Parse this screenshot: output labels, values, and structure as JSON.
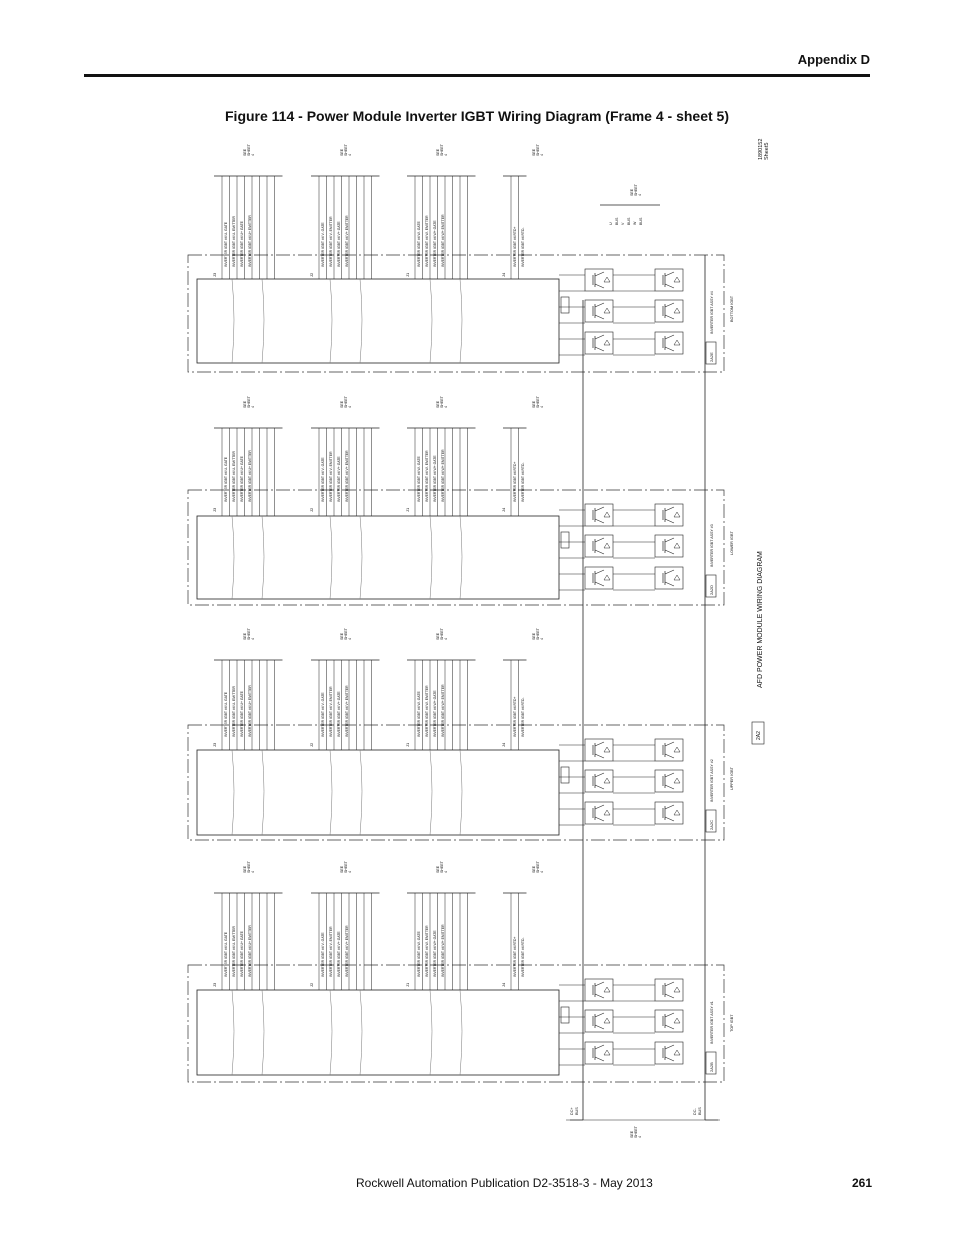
{
  "header": {
    "section": "Appendix D"
  },
  "figure": {
    "title": "Figure 114 - Power Module Inverter IGBT Wiring Diagram (Frame 4 - sheet 5)"
  },
  "footer": {
    "publication": "Rockwell Automation Publication D2-3518-3 - May 2013",
    "page_number": "261"
  },
  "diagram": {
    "drawing_number": "1890152",
    "sheet": "Sheet5",
    "diagram_title": "AFD POWER MODULE WIRING DIAGRAM",
    "ref_tag": "2A2",
    "output_buses": [
      "U",
      "BUS",
      "V",
      "BUS",
      "W",
      "BUS"
    ],
    "bus_labels": {
      "dc_plus": "DC+",
      "dc_minus": "DC-",
      "bus": "BUS"
    },
    "see_sheet": [
      "SEE",
      "SHEET",
      "4"
    ],
    "see_sheet_top": [
      "SEE",
      "SHEET",
      "4"
    ],
    "see_sheet_mid": [
      "SEE",
      "SHEET",
      "4"
    ],
    "connectors": [
      "J3",
      "J2",
      "J1",
      "J4"
    ],
    "assemblies": [
      {
        "tag": "2A2E",
        "name": "INVERTER IGBT ASSY #4",
        "position": "BOTTOM IGBT"
      },
      {
        "tag": "2A2D",
        "name": "INVERTER IGBT ASSY #3",
        "position": "LOWER IGBT"
      },
      {
        "tag": "2A2C",
        "name": "INVERTER IGBT ASSY #2",
        "position": "UPPER IGBT"
      },
      {
        "tag": "2A2B",
        "name": "INVERTER IGBT ASSY #1",
        "position": "TOP IGBT"
      }
    ],
    "wire_labels": [
      [
        "INVERTER IGBT #4 U- GATE",
        "INVERTER IGBT #4 U- EMITTER",
        "INVERTER IGBT #4 U+ GATE",
        "INVERTER IGBT #4 U+ EMITTER"
      ],
      [
        "INVERTER IGBT #4 V- GATE",
        "INVERTER IGBT #4 V- EMITTER",
        "INVERTER IGBT #4 V+ GATE",
        "INVERTER IGBT #4 V+ EMITTER"
      ],
      [
        "INVERTER IGBT #4 W- GATE",
        "INVERTER IGBT #4 W- EMITTER",
        "INVERTER IGBT #4 W+ GATE",
        "INVERTER IGBT #4 W+ EMITTER"
      ],
      [
        "INVERTER IGBT #4 RTD+",
        "INVERTER IGBT #4 RTD-"
      ]
    ]
  }
}
